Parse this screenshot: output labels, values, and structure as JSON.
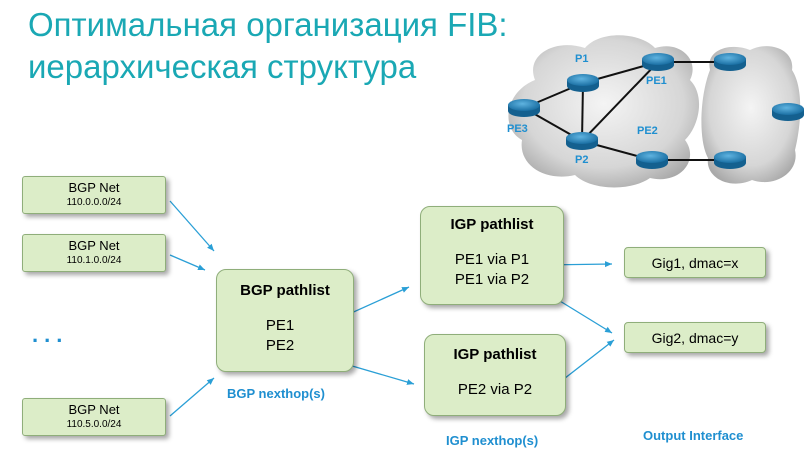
{
  "title": {
    "line1": "Оптимальная организация FIB:",
    "line2": "иерархическая структура"
  },
  "bgp_nets": [
    {
      "label": "BGP Net",
      "prefix": "110.0.0.0/24"
    },
    {
      "label": "BGP Net",
      "prefix": "110.1.0.0/24"
    },
    {
      "label": "BGP Net",
      "prefix": "110.5.0.0/24"
    }
  ],
  "ellipsis": "...",
  "bgp_pathlist": {
    "title": "BGP pathlist",
    "rows": [
      "PE1",
      "PE2"
    ]
  },
  "igp_pathlist_1": {
    "title": "IGP pathlist",
    "rows": [
      "PE1 via P1",
      "PE1 via P2"
    ]
  },
  "igp_pathlist_2": {
    "title": "IGP pathlist",
    "rows": [
      "PE2 via P2"
    ]
  },
  "outputs": [
    "Gig1, dmac=x",
    "Gig2, dmac=y"
  ],
  "labels": {
    "bgp_nexthops": "BGP nexthop(s)",
    "igp_nexthops": "IGP nexthop(s)",
    "output_interface": "Output Interface"
  },
  "topology": {
    "routers": [
      "P1",
      "PE1",
      "PE3",
      "P2",
      "PE2"
    ]
  },
  "colors": {
    "title": "#1aa8b4",
    "box_fill": "#dcedc8",
    "arrow": "#2a9fd6",
    "label": "#1f8fd0",
    "router": "#1f7fb7"
  }
}
